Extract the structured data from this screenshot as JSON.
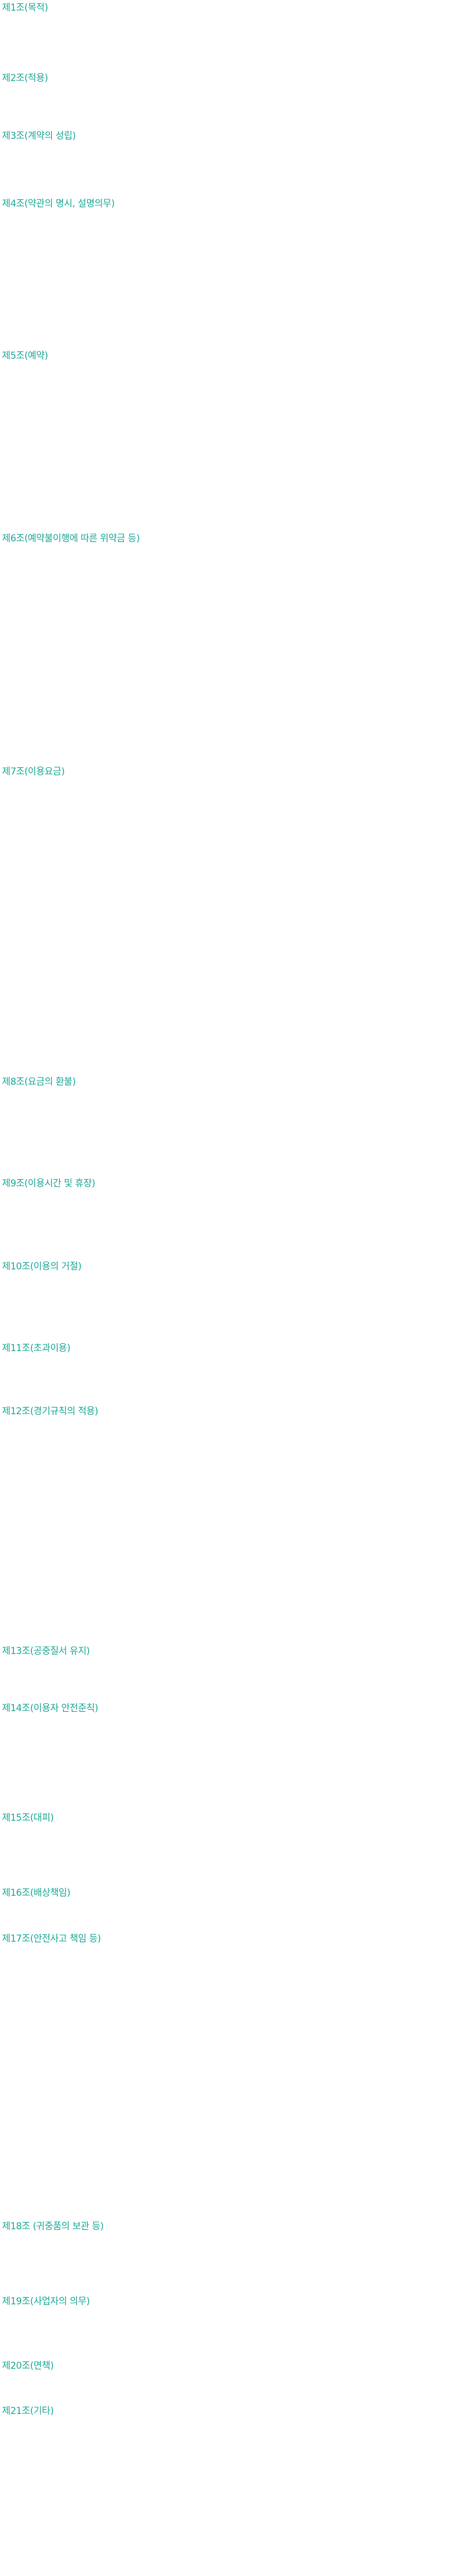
{
  "accent_color": "#1fa898",
  "articles": [
    {
      "title": "제1조(목적)"
    },
    {
      "title": "제2조(적용)"
    },
    {
      "title": "제3조(계약의 성립)"
    },
    {
      "title": "제4조(약관의 명시, 설명의무)"
    },
    {
      "title": "제5조(예약)"
    },
    {
      "title": "제6조(예약불이행에 따른 위약금 등)"
    },
    {
      "title": "제7조(이용요금)"
    },
    {
      "title": "제8조(요금의 환불)"
    },
    {
      "title": "제9조(이용시간 및 휴장)"
    },
    {
      "title": "제10조(이용의 거절)"
    },
    {
      "title": "제11조(초과이용)"
    },
    {
      "title": "제12조(경기규칙의 적용)"
    },
    {
      "title": "제13조(공중질서 유지)"
    },
    {
      "title": "제14조(이용자 안전준칙)"
    },
    {
      "title": "제15조(대피)"
    },
    {
      "title": "제16조(배상책임)"
    },
    {
      "title": "제17조(안전사고 책임 등)"
    },
    {
      "title": "제18조 (귀중품의 보관 등)"
    },
    {
      "title": "제19조(사업자의 의무)"
    },
    {
      "title": "제20조(면책)"
    },
    {
      "title": "제21조(기타)"
    }
  ]
}
